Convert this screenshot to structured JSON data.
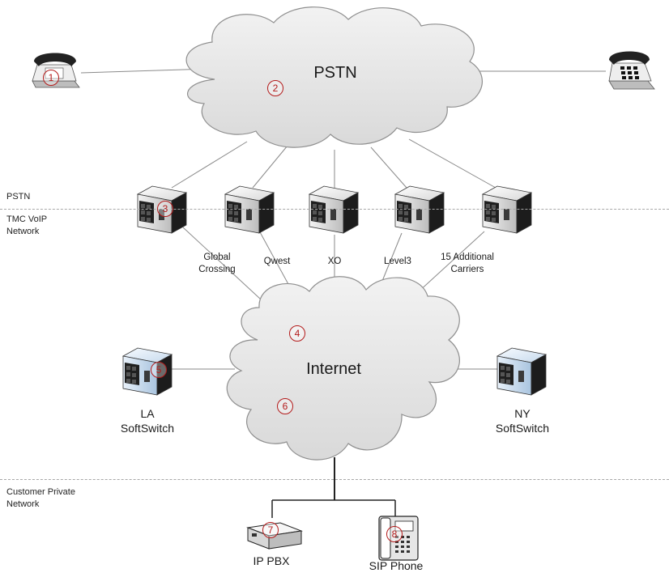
{
  "zones": {
    "pstn": "PSTN",
    "tmc": [
      "TMC VoIP",
      "Network"
    ],
    "customer": [
      "Customer Private",
      "Network"
    ]
  },
  "clouds": {
    "pstn": "PSTN",
    "internet": "Internet"
  },
  "carriers": [
    {
      "label": [
        "Global",
        "Crossing"
      ]
    },
    {
      "label": [
        "Qwest"
      ]
    },
    {
      "label": [
        "XO"
      ]
    },
    {
      "label": [
        "Level3"
      ]
    },
    {
      "label": [
        "15 Additional",
        "Carriers"
      ]
    }
  ],
  "softswitches": {
    "la": [
      "LA",
      "SoftSwitch"
    ],
    "ny": [
      "NY",
      "SoftSwitch"
    ]
  },
  "endpoints": {
    "ip_pbx": "IP PBX",
    "sip_phone": "SIP Phone"
  },
  "badges": [
    "1",
    "2",
    "3",
    "4",
    "5",
    "6",
    "7",
    "8"
  ],
  "colors": {
    "badge": "#b31b1b",
    "cloud_fill": "#e6e6e6",
    "cloud_stroke": "#8f8f8f",
    "softswitch_tint": "#dbe8f5",
    "line": "#8a8a8a"
  },
  "icons": {
    "phone": "desk-phone-icon",
    "server": "server-tower-icon",
    "pbx": "pbx-box-icon",
    "sip": "sip-phone-icon"
  }
}
